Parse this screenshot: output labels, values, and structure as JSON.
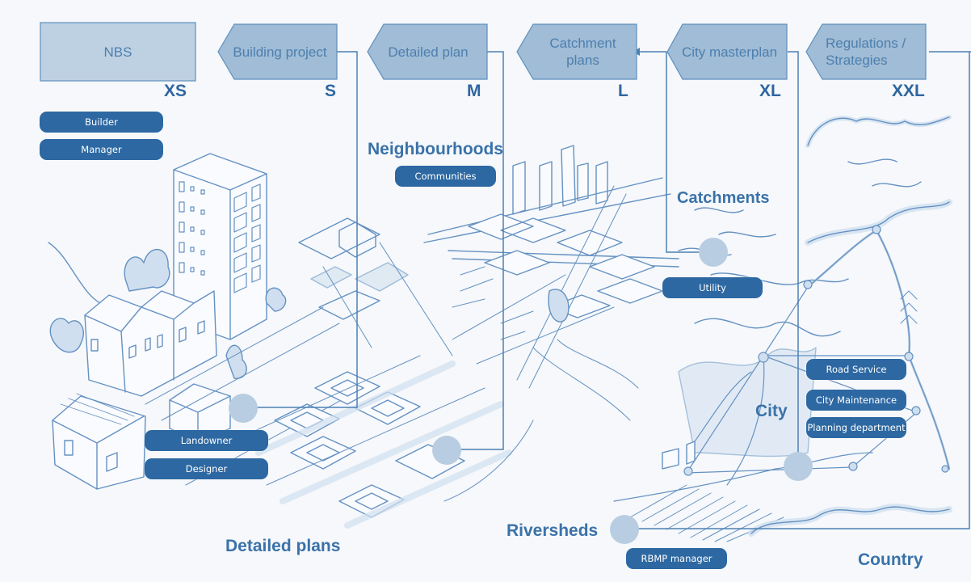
{
  "header": {
    "levels": [
      {
        "id": "nbs",
        "label": "NBS",
        "scale": "XS"
      },
      {
        "id": "building-project",
        "label": "Building project",
        "scale": "S"
      },
      {
        "id": "detailed-plan",
        "label": "Detailed plan",
        "scale": "M"
      },
      {
        "id": "catchment-plans",
        "label": "Catchment plans",
        "line1": "Catchment",
        "line2": "plans",
        "scale": "L"
      },
      {
        "id": "city-masterplan",
        "label": "City masterplan",
        "scale": "XL"
      },
      {
        "id": "regulations-strategies",
        "label": "Regulations / Strategies",
        "line1": "Regulations /",
        "line2": "Strategies",
        "scale": "XXL"
      }
    ]
  },
  "regions": {
    "neighbourhoods": "Neighbourhoods",
    "catchments": "Catchments",
    "city": "City",
    "riversheds": "Riversheds",
    "detailed_plans": "Detailed plans",
    "country": "Country"
  },
  "actors": {
    "builder": "Builder",
    "manager": "Manager",
    "communities": "Communities",
    "utility": "Utility",
    "road_service": "Road Service",
    "city_maintenance": "City Maintenance",
    "planning_department": "Planning department",
    "landowner": "Landowner",
    "designer": "Designer",
    "rbmp_manager": "RBMP manager"
  },
  "colors": {
    "background": "#f6f8fb",
    "box_fill": "#a0bcd6",
    "nbs_fill": "#bed1e3",
    "box_stroke": "#5e8fbd",
    "accent": "#2d68a2",
    "line": "#4c80b3",
    "sketch": "#4a7fb8",
    "sketch_fill": "#c9dbec",
    "dot": "#b8cde1"
  }
}
